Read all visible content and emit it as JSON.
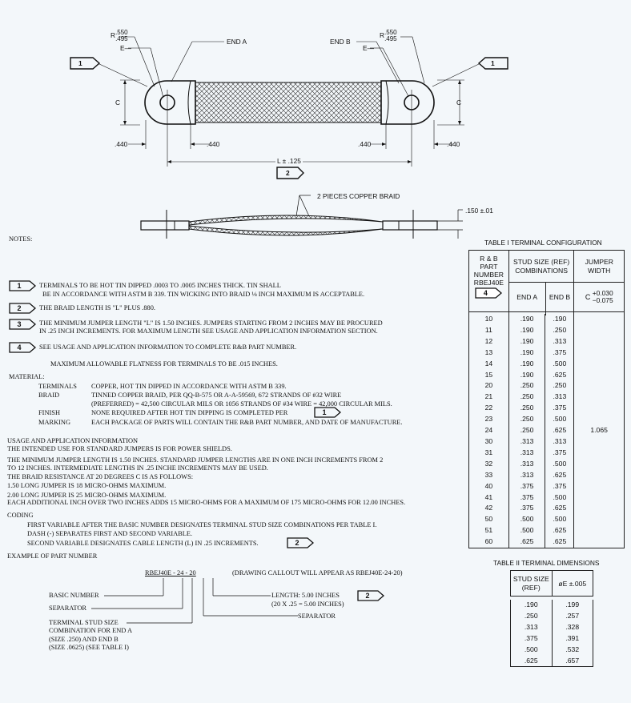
{
  "drawing": {
    "top": {
      "radius_top": ".550",
      "radius_bottom": ".495",
      "e_label": "E",
      "end_a_label": "END A",
      "end_b_label": "END B",
      "c_label": "C",
      "dim_440_a": ".440",
      "dim_440_b": ".440",
      "dim_440_c": ".440",
      "dim_440_d": ".440",
      "length_label": "L ± .125",
      "flag_1": "1",
      "flag_2": "2"
    },
    "side": {
      "braid_label": "2 PIECES COPPER BRAID",
      "thickness_label": ".150 ±.01"
    }
  },
  "notes": {
    "title": "NOTES:",
    "n1_tag": "1",
    "n1_l1": "TERMINALS TO BE HOT TIN DIPPED .0003 TO .0005 INCHES THICK.  TIN SHALL",
    "n1_l2": "BE IN ACCORDANCE WITH ASTM B 339.  TIN WICKING INTO BRAID ⅛  INCH MAXIMUM IS ACCEPTABLE.",
    "n2_tag": "2",
    "n2_l1": "THE BRAID LENGTH IS \"L\" PLUS .880.",
    "n3_tag": "3",
    "n3_l1": "THE MINIMUM JUMPER LENGTH \"L\" IS 1.50 INCHES.  JUMPERS STARTING FROM 2 INCHES MAY BE PROCURED",
    "n3_l2": "IN .25 INCH INCREMENTS.  FOR MAXIMUM LENGTH SEE USAGE AND APPLICATION INFORMATION SECTION.",
    "n4_tag": "4",
    "n4_l1": "SEE USAGE AND APPLICATION INFORMATION TO COMPLETE R&B PART NUMBER.",
    "flatness": "MAXIMUM ALLOWABLE FLATNESS FOR TERMINALS TO BE .015 INCHES.",
    "material_title": "MATERIAL:",
    "mat_terminals_k": "TERMINALS",
    "mat_terminals_v": "COPPER, HOT TIN DIPPED IN ACCORDANCE WITH ASTM B 339.",
    "mat_braid_k": "BRAID",
    "mat_braid_v1": "TINNED COPPER BRAID, PER QQ-B-575 OR A-A-59569,  672 STRANDS OF #32 WIRE",
    "mat_braid_v2": "(PREFERRED) = 42,500 CIRCULAR MILS OR 1056 STRANDS OF #34 WIRE = 42,000 CIRCULAR MILS.",
    "mat_finish_k": "FINISH",
    "mat_finish_v": "NONE REQUIRED AFTER HOT TIN DIPPING IS COMPLETED PER",
    "mat_finish_tag": "1",
    "mat_marking_k": "MARKING",
    "mat_marking_v": "EACH PACKAGE OF PARTS WILL CONTAIN  THE R&B PART NUMBER, AND DATE OF MANUFACTURE.",
    "usage_l1": "USAGE AND APPLICATION INFORMATION",
    "usage_l2": "THE INTENDED USE FOR STANDARD JUMPERS IS FOR POWER SHIELDS.",
    "usage_l3": "THE MINIMUM JUMPER LENGTH IS 1.50 INCHES.  STANDARD JUMPER LENGTHS ARE IN ONE INCH INCREMENTS FROM 2",
    "usage_l4": " TO 12 INCHES.  INTERMEDIATE LENGTHS IN .25 INCHE INCREMENTS MAY BE USED.",
    "usage_l5": "THE BRAID RESISTANCE AT 20 DEGREES C IS AS FOLLOWS:",
    "usage_l6": "1.50 LONG JUMPER IS 18 MICRO-OHMS MAXIMUM.",
    "usage_l7": "2.00 LONG JUMPER IS 25 MICRO-OHMS MAXIMUM.",
    "usage_l8": "EACH ADDITIONAL INCH OVER TWO INCHES ADDS 15 MICRO-OHMS FOR A MAXIMUM OF 175 MICRO-OHMS FOR 12.00 INCHES.",
    "coding_title": "CODING",
    "coding_l1": "FIRST VARIABLE AFTER THE BASIC NUMBER DESIGNATES TERMINAL STUD SIZE COMBINATIONS PER TABLE I.",
    "coding_l2": "DASH (-) SEPARATES FIRST AND SECOND VARIABLE.",
    "coding_l3": "SECOND VARIABLE DESIGNATES CABLE LENGTH (L) IN .25 INCREMENTS.",
    "coding_tag": "2",
    "example_title": "EXAMPLE OF PART NUMBER"
  },
  "example": {
    "part_number": "RBEJ40E - 24 - 20",
    "callout": "(DRAWING CALLOUT WILL APPEAR AS RBEJ40E-24-20)",
    "basic_number": "BASIC NUMBER",
    "separator_left": "SEPARATOR",
    "stud_l1": "TERMINAL STUD SIZE",
    "stud_l2": "COMBINATION FOR END A",
    "stud_l3": "(SIZE .250) AND END B",
    "stud_l4": "(SIZE .0625) (SEE TABLE I)",
    "length_l1": "LENGTH:  5.00 INCHES",
    "length_l2": "(20 X .25 = 5.00 INCHES)",
    "length_tag": "2",
    "separator_right": "SEPARATOR"
  },
  "table1": {
    "title": "TABLE I TERMINAL CONFIGURATION",
    "h_part_1": "R & B",
    "h_part_2": "PART",
    "h_part_3": "NUMBER",
    "h_part_4": "RBEJ40E",
    "h_part_tag": "4",
    "h_stud_1": "STUD SIZE (REF)",
    "h_stud_2": "COMBINATIONS",
    "h_end_a": "END A",
    "h_end_b": "END B",
    "h_width_1": "JUMPER",
    "h_width_2": "WIDTH",
    "h_width_c": "C",
    "h_width_tol_plus": "+0.030",
    "h_width_tol_minus": "−0.075",
    "width_value": "1.065",
    "rows": [
      [
        "10",
        ".190",
        ".190"
      ],
      [
        "11",
        ".190",
        ".250"
      ],
      [
        "12",
        ".190",
        ".313"
      ],
      [
        "13",
        ".190",
        ".375"
      ],
      [
        "14",
        ".190",
        ".500"
      ],
      [
        "15",
        ".190",
        ".625"
      ],
      [
        "20",
        ".250",
        ".250"
      ],
      [
        "21",
        ".250",
        ".313"
      ],
      [
        "22",
        ".250",
        ".375"
      ],
      [
        "23",
        ".250",
        ".500"
      ],
      [
        "24",
        ".250",
        ".625"
      ],
      [
        "30",
        ".313",
        ".313"
      ],
      [
        "31",
        ".313",
        ".375"
      ],
      [
        "32",
        ".313",
        ".500"
      ],
      [
        "33",
        ".313",
        ".625"
      ],
      [
        "40",
        ".375",
        ".375"
      ],
      [
        "41",
        ".375",
        ".500"
      ],
      [
        "42",
        ".375",
        ".625"
      ],
      [
        "50",
        ".500",
        ".500"
      ],
      [
        "51",
        ".500",
        ".625"
      ],
      [
        "60",
        ".625",
        ".625"
      ]
    ]
  },
  "table2": {
    "title": "TABLE II TERMINAL DIMENSIONS",
    "h_stud_1": "STUD SIZE",
    "h_stud_2": "(REF)",
    "h_e": "øE ±.005",
    "rows": [
      [
        ".190",
        ".199"
      ],
      [
        ".250",
        ".257"
      ],
      [
        ".313",
        ".328"
      ],
      [
        ".375",
        ".391"
      ],
      [
        ".500",
        ".532"
      ],
      [
        ".625",
        ".657"
      ]
    ]
  }
}
